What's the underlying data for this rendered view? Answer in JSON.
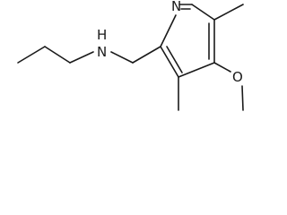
{
  "molecule": {
    "atom_labels": {
      "pyridine_nitrogen": "N",
      "amine_nitrogen": "H\nN",
      "amine_n": "N",
      "amine_h": "H",
      "ether_oxygen": "O"
    }
  }
}
